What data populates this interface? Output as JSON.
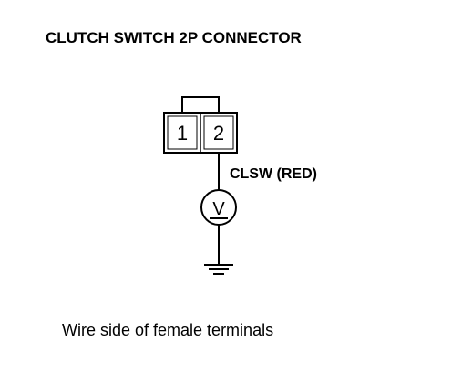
{
  "title": "CLUTCH SWITCH 2P CONNECTOR",
  "connector": {
    "pins": [
      "1",
      "2"
    ]
  },
  "wire": {
    "label": "CLSW (RED)"
  },
  "meter": {
    "symbol": "V",
    "icon": "voltmeter-icon"
  },
  "ground": {
    "icon": "ground-icon"
  },
  "caption": "Wire side of female terminals",
  "colors": {
    "ink": "#000000",
    "background": "#ffffff"
  }
}
